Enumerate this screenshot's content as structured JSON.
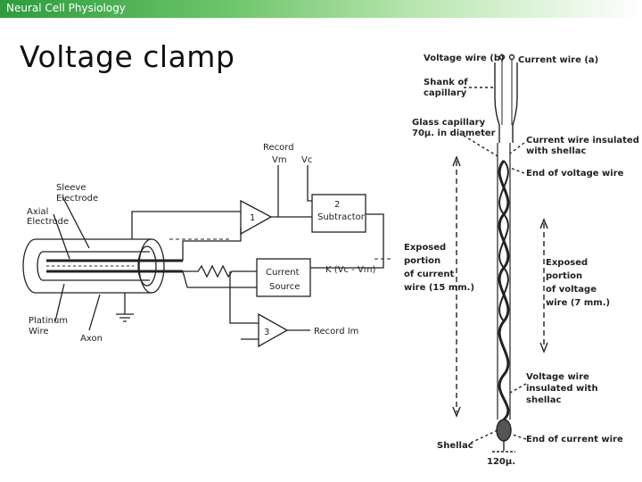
{
  "header": {
    "course_title": "Neural Cell Physiology"
  },
  "slide": {
    "title": "Voltage clamp"
  },
  "circuit": {
    "record_label": "Record",
    "vm_label": "Vm",
    "vc_label": "Vc",
    "sleeve_label_1": "Sleeve",
    "sleeve_label_2": "Electrode",
    "axial_label_1": "Axial",
    "axial_label_2": "Electrode",
    "amp1_label": "1",
    "amp3_label": "3",
    "subtractor_num": "2",
    "subtractor_label": "Subtractor",
    "current_source_1": "Current",
    "current_source_2": "Source",
    "k_expression": "K (Vc - Vm)",
    "platinum_1": "Platinum",
    "platinum_2": "Wire",
    "axon_label": "Axon",
    "record_im": "Record  Im"
  },
  "electrode": {
    "voltage_wire": "Voltage wire (b)",
    "current_wire": "Current wire (a)",
    "shank_1": "Shank of",
    "shank_2": "capillary",
    "glass_1": "Glass capillary",
    "glass_2": "70μ. in diameter",
    "cw_insulated_1": "Current wire insulated",
    "cw_insulated_2": "with shellac",
    "end_voltage": "End of voltage wire",
    "exposed_current_1": "Exposed",
    "exposed_current_2": "portion",
    "exposed_current_3": "of current",
    "exposed_current_4": "wire (15 mm.)",
    "exposed_voltage_1": "Exposed",
    "exposed_voltage_2": "portion",
    "exposed_voltage_3": "of voltage",
    "exposed_voltage_4": "wire (7 mm.)",
    "vw_insulated_1": "Voltage wire",
    "vw_insulated_2": "insulated with",
    "vw_insulated_3": "shellac",
    "shellac_label": "Shellac",
    "end_current": "End of current wire",
    "tip_size": "120μ."
  }
}
